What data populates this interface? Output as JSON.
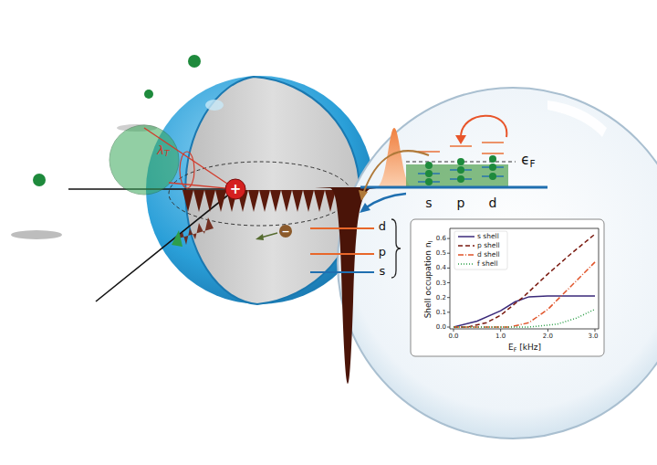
{
  "diagram": {
    "labels": [
      "λ",
      "T",
      "+",
      "−",
      "ϵ",
      "F",
      "s",
      "p",
      "d",
      "d",
      "p",
      "s",
      "Shell occupation n",
      "l",
      "0.0",
      "0.1",
      "0.2",
      "0.3",
      "0.4",
      "0.5",
      "0.6",
      "0.0",
      "1.0",
      "2.0",
      "3.0",
      "E",
      "F",
      "[kHz]"
    ],
    "legend": [
      {
        "text": "s shell"
      },
      {
        "text": "p shell"
      },
      {
        "text": "d shell"
      },
      {
        "text": "f shell"
      }
    ]
  }
}
